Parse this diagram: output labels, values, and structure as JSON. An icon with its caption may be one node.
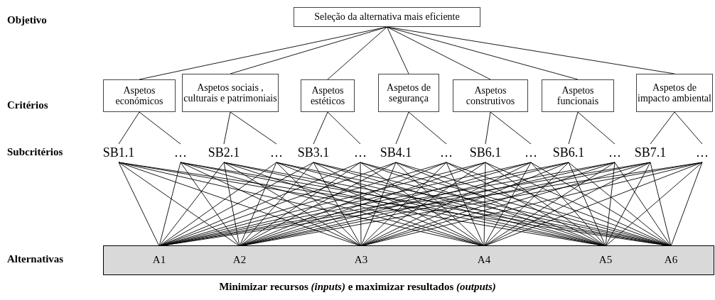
{
  "diagram": {
    "caption": "Minimizar recursos *(inputs)* e maximizar resultados *(outputs)*",
    "nodes": [
      {
        "text": [
          "Seleção da alternativa mais eficiente"
        ]
      },
      {
        "text": [
          "Aspetos económicos"
        ]
      },
      {
        "text": [
          "Aspetos sociais , culturais e patrimoniais"
        ]
      },
      {
        "text": [
          "Aspetos estéticos"
        ]
      },
      {
        "text": [
          "Aspetos de segurança"
        ]
      },
      {
        "text": [
          "Aspetos construtivos"
        ]
      },
      {
        "text": [
          "Aspetos funcionais"
        ]
      },
      {
        "text": [
          "Aspetos de impacto ambiental"
        ]
      },
      {
        "text": [
          "SB1.1"
        ]
      },
      {
        "text": [
          "…"
        ]
      },
      {
        "text": [
          "SB2.1"
        ]
      },
      {
        "text": [
          "…"
        ]
      },
      {
        "text": [
          "SB3.1"
        ]
      },
      {
        "text": [
          "…"
        ]
      },
      {
        "text": [
          "SB4.1"
        ]
      },
      {
        "text": [
          "…"
        ]
      },
      {
        "text": [
          "SB6.1"
        ]
      },
      {
        "text": [
          "…"
        ]
      },
      {
        "text": [
          "SB6.1"
        ]
      },
      {
        "text": [
          "…"
        ]
      },
      {
        "text": [
          "SB7.1"
        ]
      },
      {
        "text": [
          "…"
        ]
      },
      {
        "text": [],
        "shape": "bar"
      },
      {
        "text": [
          "A1"
        ],
        "in": 22
      },
      {
        "text": [
          "A2"
        ],
        "in": 22
      },
      {
        "text": [
          "A3"
        ],
        "in": 22
      },
      {
        "text": [
          "A4"
        ],
        "in": 22
      },
      {
        "text": [
          "A5"
        ],
        "in": 22
      },
      {
        "text": [
          "A6"
        ],
        "in": 22
      }
    ],
    "edges": [
      {
        "from": 0,
        "to": 1,
        "arrow": "none"
      },
      {
        "from": 0,
        "to": 2,
        "arrow": "none"
      },
      {
        "from": 0,
        "to": 3,
        "arrow": "none"
      },
      {
        "from": 0,
        "to": 4,
        "arrow": "none"
      },
      {
        "from": 0,
        "to": 5,
        "arrow": "none"
      },
      {
        "from": 0,
        "to": 6,
        "arrow": "none"
      },
      {
        "from": 0,
        "to": 7,
        "arrow": "none"
      },
      {
        "from": 1,
        "to": 8,
        "arrow": "none"
      },
      {
        "from": 1,
        "to": 9,
        "arrow": "none"
      },
      {
        "from": 2,
        "to": 10,
        "arrow": "none"
      },
      {
        "from": 2,
        "to": 11,
        "arrow": "none"
      },
      {
        "from": 3,
        "to": 12,
        "arrow": "none"
      },
      {
        "from": 3,
        "to": 13,
        "arrow": "none"
      },
      {
        "from": 4,
        "to": 14,
        "arrow": "none"
      },
      {
        "from": 4,
        "to": 15,
        "arrow": "none"
      },
      {
        "from": 5,
        "to": 16,
        "arrow": "none"
      },
      {
        "from": 5,
        "to": 17,
        "arrow": "none"
      },
      {
        "from": 6,
        "to": 18,
        "arrow": "none"
      },
      {
        "from": 6,
        "to": 19,
        "arrow": "none"
      },
      {
        "from": 7,
        "to": 20,
        "arrow": "none"
      },
      {
        "from": 7,
        "to": 21,
        "arrow": "none"
      },
      {
        "from": 8,
        "to": 23,
        "arrow": "none"
      },
      {
        "from": 8,
        "to": 24,
        "arrow": "none"
      },
      {
        "from": 8,
        "to": 25,
        "arrow": "none"
      },
      {
        "from": 8,
        "to": 26,
        "arrow": "none"
      },
      {
        "from": 8,
        "to": 27,
        "arrow": "none"
      },
      {
        "from": 8,
        "to": 28,
        "arrow": "none"
      },
      {
        "from": 9,
        "to": 23,
        "arrow": "none"
      },
      {
        "from": 9,
        "to": 24,
        "arrow": "none"
      },
      {
        "from": 9,
        "to": 25,
        "arrow": "none"
      },
      {
        "from": 9,
        "to": 26,
        "arrow": "none"
      },
      {
        "from": 9,
        "to": 27,
        "arrow": "none"
      },
      {
        "from": 9,
        "to": 28,
        "arrow": "none"
      },
      {
        "from": 10,
        "to": 23,
        "arrow": "none"
      },
      {
        "from": 10,
        "to": 24,
        "arrow": "none"
      },
      {
        "from": 10,
        "to": 25,
        "arrow": "none"
      },
      {
        "from": 10,
        "to": 26,
        "arrow": "none"
      },
      {
        "from": 10,
        "to": 27,
        "arrow": "none"
      },
      {
        "from": 10,
        "to": 28,
        "arrow": "none"
      },
      {
        "from": 11,
        "to": 23,
        "arrow": "none"
      },
      {
        "from": 11,
        "to": 24,
        "arrow": "none"
      },
      {
        "from": 11,
        "to": 25,
        "arrow": "none"
      },
      {
        "from": 11,
        "to": 26,
        "arrow": "none"
      },
      {
        "from": 11,
        "to": 27,
        "arrow": "none"
      },
      {
        "from": 11,
        "to": 28,
        "arrow": "none"
      },
      {
        "from": 12,
        "to": 23,
        "arrow": "none"
      },
      {
        "from": 12,
        "to": 24,
        "arrow": "none"
      },
      {
        "from": 12,
        "to": 25,
        "arrow": "none"
      },
      {
        "from": 12,
        "to": 26,
        "arrow": "none"
      },
      {
        "from": 12,
        "to": 27,
        "arrow": "none"
      },
      {
        "from": 12,
        "to": 28,
        "arrow": "none"
      },
      {
        "from": 13,
        "to": 23,
        "arrow": "none"
      },
      {
        "from": 13,
        "to": 24,
        "arrow": "none"
      },
      {
        "from": 13,
        "to": 25,
        "arrow": "none"
      },
      {
        "from": 13,
        "to": 26,
        "arrow": "none"
      },
      {
        "from": 13,
        "to": 27,
        "arrow": "none"
      },
      {
        "from": 13,
        "to": 28,
        "arrow": "none"
      },
      {
        "from": 14,
        "to": 23,
        "arrow": "none"
      },
      {
        "from": 14,
        "to": 24,
        "arrow": "none"
      },
      {
        "from": 14,
        "to": 25,
        "arrow": "none"
      },
      {
        "from": 14,
        "to": 26,
        "arrow": "none"
      },
      {
        "from": 14,
        "to": 27,
        "arrow": "none"
      },
      {
        "from": 14,
        "to": 28,
        "arrow": "none"
      },
      {
        "from": 15,
        "to": 23,
        "arrow": "none"
      },
      {
        "from": 15,
        "to": 24,
        "arrow": "none"
      },
      {
        "from": 15,
        "to": 25,
        "arrow": "none"
      },
      {
        "from": 15,
        "to": 26,
        "arrow": "none"
      },
      {
        "from": 15,
        "to": 27,
        "arrow": "none"
      },
      {
        "from": 15,
        "to": 28,
        "arrow": "none"
      },
      {
        "from": 16,
        "to": 23,
        "arrow": "none"
      },
      {
        "from": 16,
        "to": 24,
        "arrow": "none"
      },
      {
        "from": 16,
        "to": 25,
        "arrow": "none"
      },
      {
        "from": 16,
        "to": 26,
        "arrow": "none"
      },
      {
        "from": 16,
        "to": 27,
        "arrow": "none"
      },
      {
        "from": 16,
        "to": 28,
        "arrow": "none"
      },
      {
        "from": 17,
        "to": 23,
        "arrow": "none"
      },
      {
        "from": 17,
        "to": 24,
        "arrow": "none"
      },
      {
        "from": 17,
        "to": 25,
        "arrow": "none"
      },
      {
        "from": 17,
        "to": 26,
        "arrow": "none"
      },
      {
        "from": 17,
        "to": 27,
        "arrow": "none"
      },
      {
        "from": 17,
        "to": 28,
        "arrow": "none"
      },
      {
        "from": 18,
        "to": 23,
        "arrow": "none"
      },
      {
        "from": 18,
        "to": 24,
        "arrow": "none"
      },
      {
        "from": 18,
        "to": 25,
        "arrow": "none"
      },
      {
        "from": 18,
        "to": 26,
        "arrow": "none"
      },
      {
        "from": 18,
        "to": 27,
        "arrow": "none"
      },
      {
        "from": 18,
        "to": 28,
        "arrow": "none"
      },
      {
        "from": 19,
        "to": 23,
        "arrow": "none"
      },
      {
        "from": 19,
        "to": 24,
        "arrow": "none"
      },
      {
        "from": 19,
        "to": 25,
        "arrow": "none"
      },
      {
        "from": 19,
        "to": 26,
        "arrow": "none"
      },
      {
        "from": 19,
        "to": 27,
        "arrow": "none"
      },
      {
        "from": 19,
        "to": 28,
        "arrow": "none"
      },
      {
        "from": 20,
        "to": 23,
        "arrow": "none"
      },
      {
        "from": 20,
        "to": 24,
        "arrow": "none"
      },
      {
        "from": 20,
        "to": 25,
        "arrow": "none"
      },
      {
        "from": 20,
        "to": 26,
        "arrow": "none"
      },
      {
        "from": 20,
        "to": 27,
        "arrow": "none"
      },
      {
        "from": 20,
        "to": 28,
        "arrow": "none"
      },
      {
        "from": 21,
        "to": 23,
        "arrow": "none"
      },
      {
        "from": 21,
        "to": 24,
        "arrow": "none"
      },
      {
        "from": 21,
        "to": 25,
        "arrow": "none"
      },
      {
        "from": 21,
        "to": 26,
        "arrow": "none"
      },
      {
        "from": 21,
        "to": 27,
        "arrow": "none"
      },
      {
        "from": 21,
        "to": 28,
        "arrow": "none"
      }
    ],
    "labels": [
      "Objetivo",
      "Critérios",
      "Subcritérios",
      "Alternativas"
    ]
  }
}
